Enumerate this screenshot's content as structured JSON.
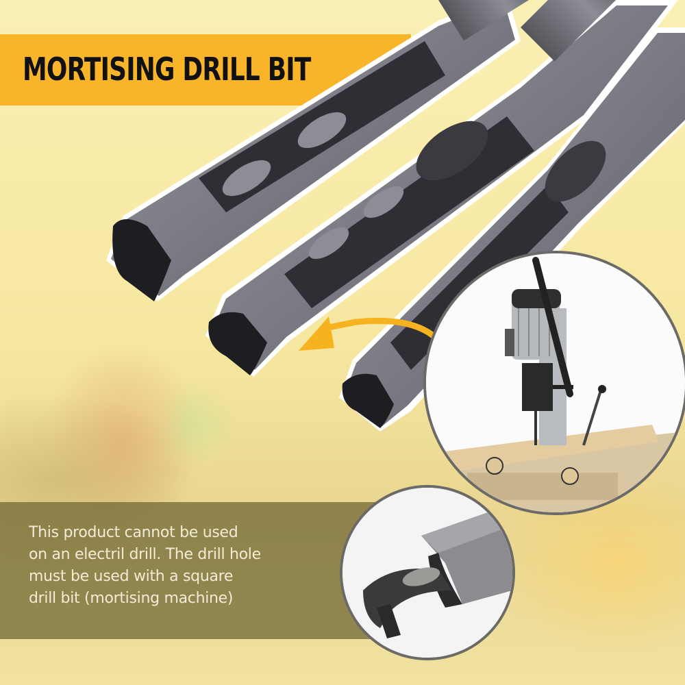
{
  "banner": {
    "title": "MORTISING DRILL BIT",
    "color": "#f9b52a"
  },
  "note": {
    "lines": [
      "This product cannot be used",
      "on an electril drill. The drill hole",
      "must be used with a square",
      "drill bit (mortising machine)"
    ]
  },
  "images": {
    "main": "three-mortising-chisel-bits",
    "circle_top": "mortising-machine-photo",
    "circle_bottom": "bit-tip-closeup"
  },
  "colors": {
    "background": "#f7e9a6",
    "arrow": "#f6b21f",
    "circle_border": "#6c6a66",
    "note_overlay": "#6e6432"
  }
}
